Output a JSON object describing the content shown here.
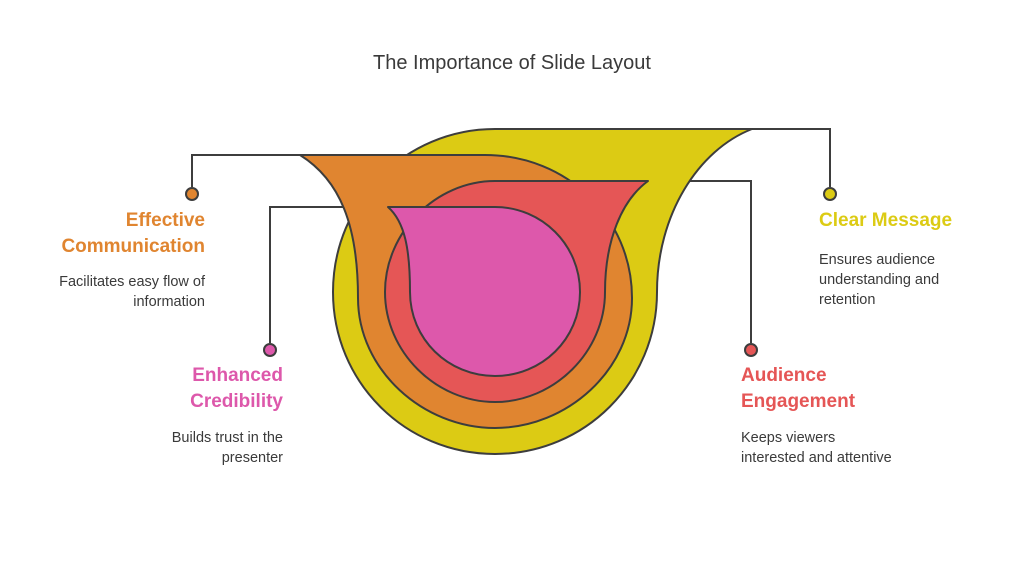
{
  "title": "The Importance of Slide Layout",
  "colors": {
    "clear_message": "#DCCB14",
    "effective_communication": "#E08530",
    "audience_engagement": "#E55656",
    "enhanced_credibility": "#DD58AB",
    "outline": "#3D3D3D"
  },
  "items": {
    "effective_communication": {
      "title_line1": "Effective",
      "title_line2": "Communication",
      "desc_line1": "Facilitates easy flow of",
      "desc_line2": "information"
    },
    "enhanced_credibility": {
      "title_line1": "Enhanced",
      "title_line2": "Credibility",
      "desc_line1": "Builds trust in the",
      "desc_line2": "presenter"
    },
    "clear_message": {
      "title_line1": "Clear Message",
      "desc_line1": "Ensures audience",
      "desc_line2": "understanding and",
      "desc_line3": "retention"
    },
    "audience_engagement": {
      "title_line1": "Audience",
      "title_line2": "Engagement",
      "desc_line1": "Keeps viewers",
      "desc_line2": "interested and attentive"
    }
  }
}
